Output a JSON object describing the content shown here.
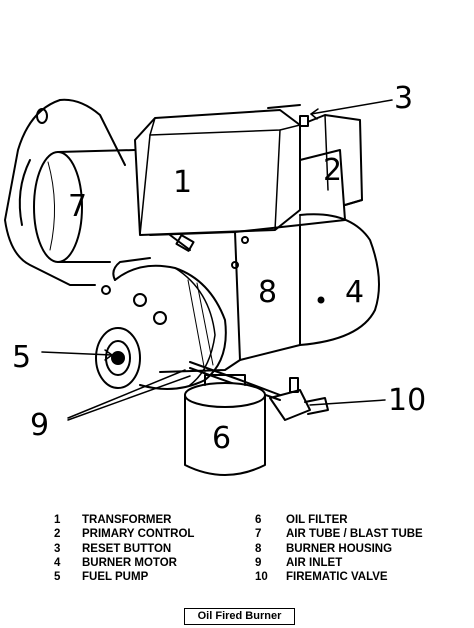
{
  "diagram": {
    "callouts": [
      "1",
      "2",
      "3",
      "4",
      "5",
      "6",
      "7",
      "8",
      "9",
      "10"
    ]
  },
  "legend": {
    "left": [
      {
        "num": "1",
        "label": "TRANSFORMER"
      },
      {
        "num": "2",
        "label": "PRIMARY CONTROL"
      },
      {
        "num": "3",
        "label": "RESET BUTTON"
      },
      {
        "num": "4",
        "label": "BURNER MOTOR"
      },
      {
        "num": "5",
        "label": "FUEL PUMP"
      }
    ],
    "right": [
      {
        "num": "6",
        "label": "OIL FILTER"
      },
      {
        "num": "7",
        "label": "AIR TUBE / BLAST TUBE"
      },
      {
        "num": "8",
        "label": "BURNER HOUSING"
      },
      {
        "num": "9",
        "label": "AIR INLET"
      },
      {
        "num": "10",
        "label": "FIREMATIC VALVE"
      }
    ]
  },
  "caption": "Oil Fired Burner"
}
